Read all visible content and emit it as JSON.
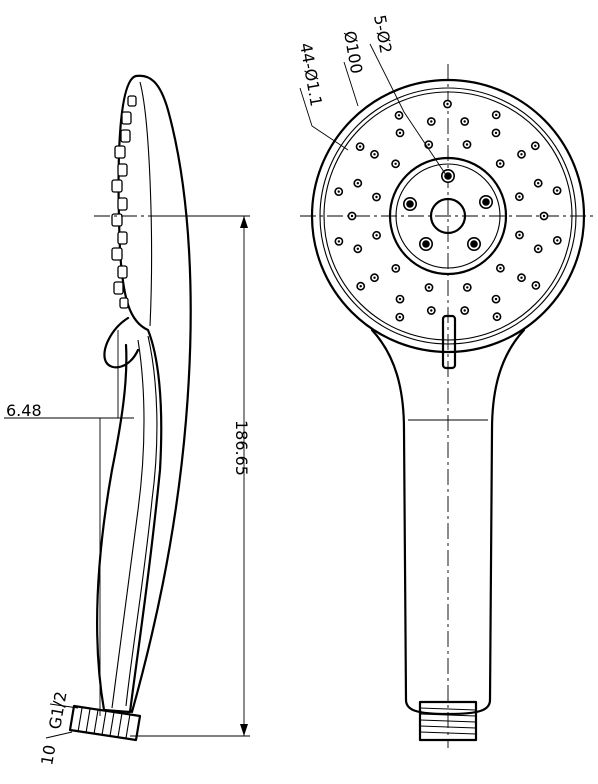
{
  "dimensions": {
    "side_offset": "6.48",
    "overall_length": "186.65",
    "thread": "G1/2",
    "thread_length": "10"
  },
  "callouts": {
    "large_holes": "5-Ø2",
    "face_diameter": "Ø100",
    "small_holes": "44-Ø1.1"
  },
  "colors": {
    "line": "#000000",
    "background": "#ffffff"
  }
}
